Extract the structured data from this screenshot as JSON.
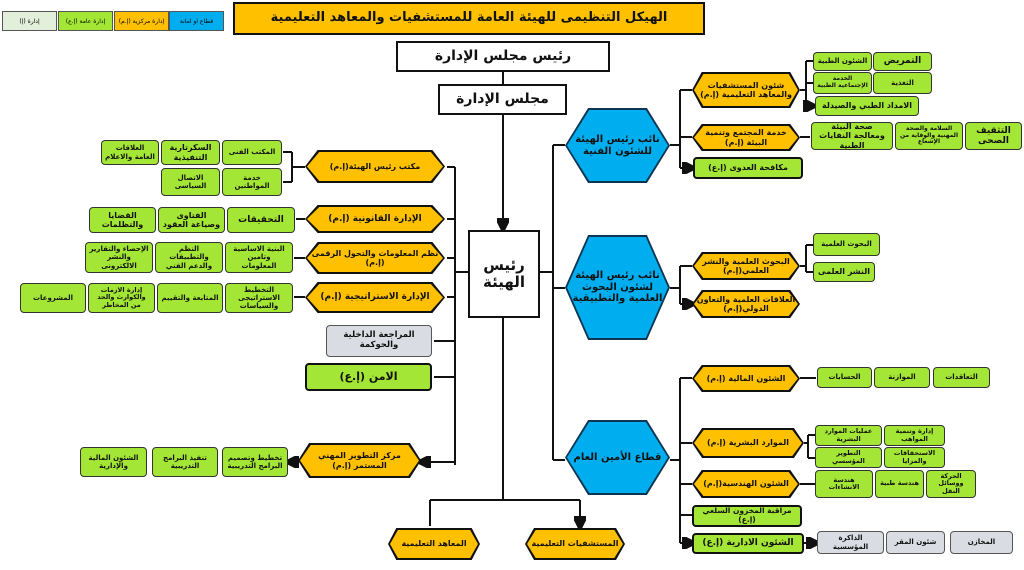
{
  "legend": [
    "إدارة (إ)",
    "إدارة عامة (إ.ع)",
    "إدارة مركزية (إ.م)",
    "قطاع او امانة"
  ],
  "title": "الهيكل التنظيمى للهيئة العامة للمستشفيات والمعاهد التعليمية",
  "board_chair": "رئيس مجلس الإدارة",
  "board": "مجلس الإدارة",
  "head": "رئيس الهيئة",
  "vice_medical": "نائب رئيس الهيئة للشئون الفنية",
  "vice_research": "نائب رئيس الهيئة لشئون البحوث العلمية والتطبيقية",
  "general_sector": "قطاع الأمين العام",
  "right": {
    "hospitals": "شئون المستشفيات والمعاهد التعليمية (إ.م)",
    "hospitals_subs": [
      "الشئون الطبية",
      "التمريض",
      "الخدمة الإجتماعية الطبية",
      "التغذية",
      "الامداد الطبي والصيدلة"
    ],
    "community": "خدمة المجتمع وتنمية البيئة (إ.م)",
    "community_subs": [
      "صحة البيئة ومعالجة النفايات الطبية",
      "السلامة والصحة المهنية والوقاية من الإشعاع",
      "التثقيف الصحى"
    ],
    "pest": "مكافحة العدوى (إ.ع)",
    "research": "البحوث العلمية والنشر العلمي(إ.م)",
    "research_subs": [
      "البحوث العلمية",
      "النشر العلمى"
    ],
    "relations": "العلاقات العلمية والتعاون الدولي(إ.م)",
    "finance": "الشئون المالية (إ.م)",
    "finance_subs": [
      "الحسابات",
      "الموازنة",
      "التعاقدات"
    ],
    "hr": "الموارد البشرية (إ.م)",
    "hr_subs": [
      "عمليات الموارد البشرية",
      "إدارة وتنمية المواهب",
      "التطوير المؤسسي",
      "الاستحقاقات والمزايا"
    ],
    "engineering": "الشئون الهندسية(إ.م)",
    "engineering_subs": [
      "هندسة الانشاءات",
      "هندسة طبية",
      "الحركة ووسائل النقل"
    ],
    "inventory": "مراقبة المخزون السلعي (إ.ع)",
    "admin": "الشئون الادارية (إ.ع)",
    "admin_subs": [
      "الذاكرة المؤسسية",
      "شئون المقر",
      "المخازن"
    ]
  },
  "left": {
    "office": "مكتب رئيس الهيئة(إ.م)",
    "office_subs": [
      "المكتب الفنى",
      "خدمة المواطنين",
      "السكرتارية التنفيذية",
      "الاتصال السياسى",
      "العلاقات العامة والاعلام"
    ],
    "legal": "الإدارة القانونية (إ.م)",
    "legal_subs": [
      "التحقيقات",
      "الفتاوى وصياغة العقود",
      "القضايا والتظلمات"
    ],
    "it": "نظم المعلومات والتحول الرقمى (إ.م)",
    "it_subs": [
      "البنية الاساسية وتامين المعلومات",
      "النظم والتطبيقات والدعم الفني",
      "الإحصاء والتقارير والنشر الالكترونى"
    ],
    "strategy": "الإدارة الاستراتيجية (إ.م)",
    "strategy_subs": [
      "التخطيط الاستراتيجى والسياسات",
      "المتابعة والتقييم",
      "إدارة الازمات والكوارث والحد من المخاطر",
      "المشروعات"
    ],
    "audit": "المراجعة الداخلية والحوكمة",
    "security": "الامن (إ.ع)",
    "training": "مركز التطوير المهني المستمر (إ.م)",
    "training_subs": [
      "تخطيط وتصميم البرامج التدريبية",
      "تنفيذ البرامج التدريبية",
      "الشئون المالية والإدارية"
    ]
  },
  "bottom": [
    "المعاهد التعليمية",
    "المستشفيات التعليمية"
  ],
  "colors": {
    "central": "#ffc000",
    "general": "#a4e635",
    "sector": "#00aeef",
    "dept": "#e2efda"
  }
}
